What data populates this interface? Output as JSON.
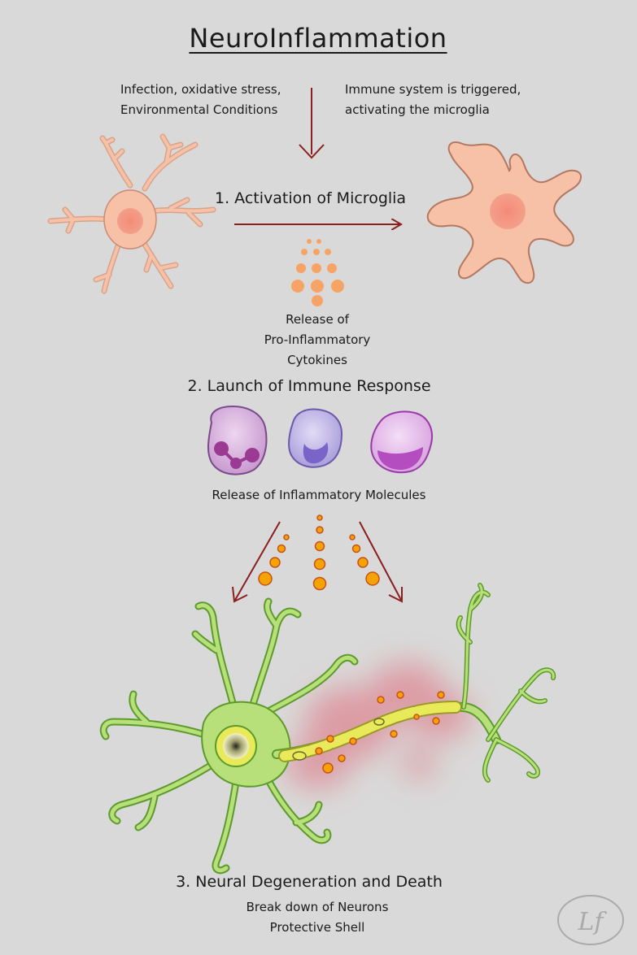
{
  "title": "NeuroInflammation",
  "triggers": {
    "left_line1": "Infection, oxidative stress,",
    "left_line2": "Environmental Conditions",
    "right_line1": "Immune system is triggered,",
    "right_line2": "activating the microglia"
  },
  "step1": {
    "label": "1. Activation of Microglia",
    "release_line1": "Release of",
    "release_line2": "Pro-Inflammatory",
    "release_line3": "Cytokines"
  },
  "step2": {
    "label": "2. Launch of Immune Response",
    "release": "Release of Inflammatory Molecules"
  },
  "step3": {
    "label": "3. Neural  Degeneration and Death",
    "line1": "Break down of Neurons",
    "line2": "Protective Shell"
  },
  "signature": "Lf",
  "colors": {
    "background": "#d9d9d9",
    "arrow": "#8b1e1e",
    "microglia": "#f7c1a8",
    "microglia_outline": "#c98a72",
    "cytokine": "#f6a365",
    "molecule": "#f4a300",
    "neuron": "#b8e07a",
    "neuron_outline": "#5c9a2c",
    "myelin": "#e8ea5a",
    "inflammation": "#e06070"
  }
}
